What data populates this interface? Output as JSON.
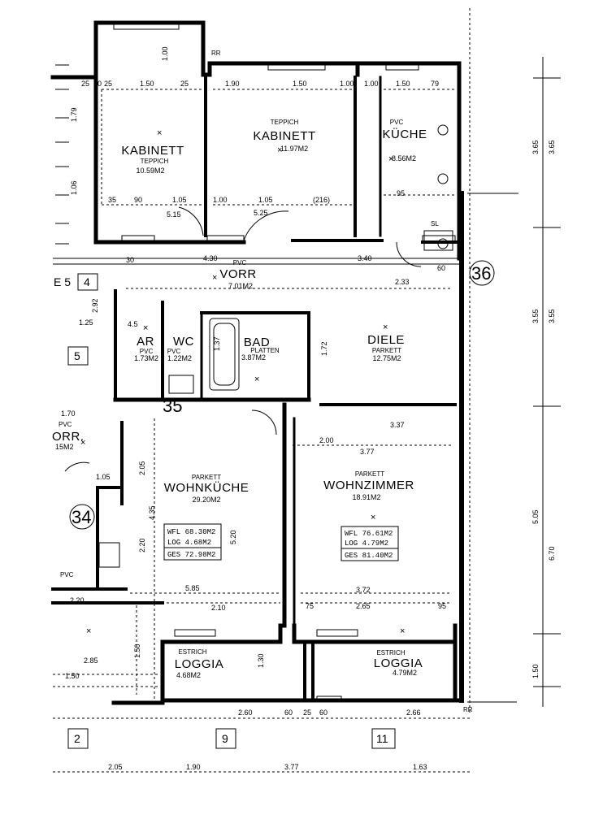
{
  "rooms": {
    "kabinett1": {
      "name": "KABINETT",
      "floor": "TEPPICH",
      "area": "10.59M2"
    },
    "kabinett2": {
      "name": "KABINETT",
      "floor": "TEPPICH",
      "area": "11.97M2"
    },
    "kueche": {
      "name": "KÜCHE",
      "floor": "PVC",
      "area": "8.56M2"
    },
    "vorr": {
      "name": "VORR",
      "floor": "PVC",
      "area": "7.01M2"
    },
    "ar": {
      "name": "AR",
      "floor": "PVC",
      "area": "1.73M2"
    },
    "wc": {
      "name": "WC",
      "floor": "PVC",
      "area": "1.22M2"
    },
    "bad": {
      "name": "BAD",
      "floor": "PLATTEN",
      "area": "3.87M2"
    },
    "diele": {
      "name": "DIELE",
      "floor": "PARKETT",
      "area": "12.75M2"
    },
    "wohnkueche": {
      "name": "WOHNKÜCHE",
      "floor": "PARKETT",
      "area": "29.20M2"
    },
    "wohnzimmer": {
      "name": "WOHNZIMMER",
      "floor": "PARKETT",
      "area": "18.91M2"
    },
    "loggia1": {
      "name": "LOGGIA",
      "floor": "ESTRICH",
      "area": "4.68M2"
    },
    "loggia2": {
      "name": "LOGGIA",
      "floor": "ESTRICH",
      "area": "4.79M2"
    },
    "vorr_left": {
      "name": "ORR.",
      "floor": "PVC",
      "area": "15M2"
    }
  },
  "summary_left": {
    "wfl": "WFL  68.30M2",
    "log": "LOG   4.68M2",
    "ges": "GES  72.98M2"
  },
  "summary_right": {
    "wfl": "WFL  76.61M2",
    "log": "LOG   4.79M2",
    "ges": "GES  81.40M2"
  },
  "unit_numbers": {
    "u35": "35",
    "u36": "36",
    "u34": "34",
    "u4": "4",
    "u5": "5",
    "u2": "2",
    "u9": "9",
    "u11": "11",
    "e5": "E 5"
  },
  "dimensions": {
    "top_row": [
      "25",
      "30",
      "25",
      "1.50",
      "25",
      "1.90",
      "1.50",
      "1.00",
      "1.00",
      "1.50",
      "79"
    ],
    "kab_bottom": [
      "35",
      "90",
      "1.05",
      "1.00",
      "1.05",
      "(216)",
      "95"
    ],
    "vorr_row": [
      "30",
      "4.30",
      "3.40",
      "60",
      "2.33"
    ],
    "mid_row": [
      "1.70",
      "2.00",
      "3.37",
      "3.77"
    ],
    "lower_row": [
      "5.85",
      "3.72",
      "2.20",
      "2.10",
      "2.65",
      "75",
      "95"
    ],
    "loggia_row": [
      "2.85",
      "1.50"
    ],
    "bottom_row": [
      "2.60",
      "60",
      "25",
      "60",
      "2.66"
    ],
    "base_row": [
      "2.05",
      "1.90",
      "3.77",
      "1.63"
    ],
    "right_col": [
      "3.65",
      "3.65",
      "3.55",
      "3.55",
      "5.05",
      "6.70",
      "1.50"
    ],
    "misc": [
      "1.00",
      "1.79",
      "1.06",
      "2.92",
      "1.25",
      "1.72",
      "4.35",
      "2.20",
      "5.20",
      "1.50",
      "1.30",
      "2.05",
      "1.05",
      "1.37",
      "4.5",
      "5.25",
      "5.15"
    ]
  },
  "tags": {
    "rr": "RR",
    "sl": "SL",
    "pvc": "PVC"
  }
}
